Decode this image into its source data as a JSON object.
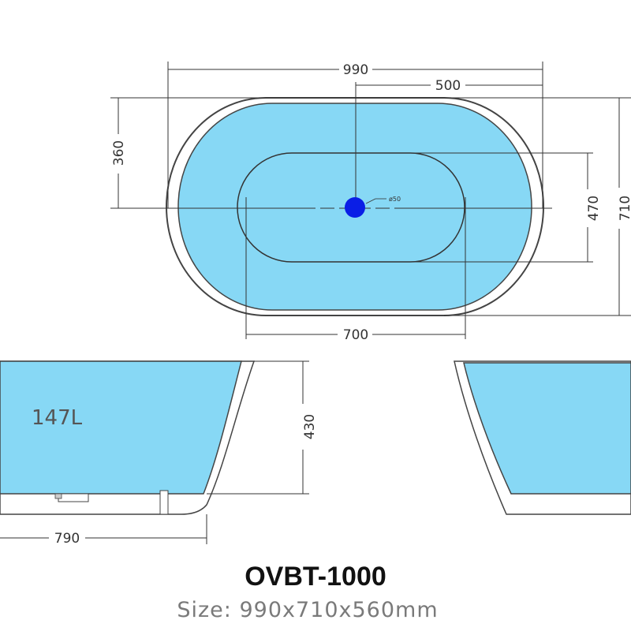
{
  "colors": {
    "fill": "#87d8f5",
    "outline": "#444444",
    "dimension_line": "#333333",
    "drain": "#0a1ee6",
    "background": "#ffffff"
  },
  "top_view": {
    "dim_overall_length": "990",
    "dim_center_offset": "500",
    "dim_overall_width": "710",
    "dim_upper_half": "360",
    "dim_inner_width": "470",
    "dim_bottom_length": "700",
    "drain_label": "ø50"
  },
  "side_view_left": {
    "capacity": "147L",
    "dim_depth": "430",
    "dim_length": "790"
  },
  "title": {
    "model": "OVBT-1000",
    "size": "Size: 990x710x560mm"
  }
}
